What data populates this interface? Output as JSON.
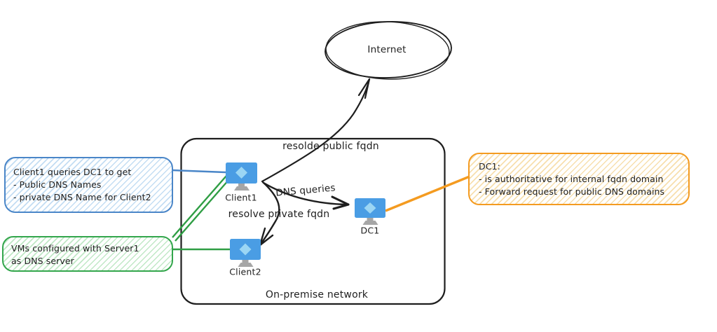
{
  "colors": {
    "ink": "#1e1e1e",
    "monitor_blue": "#4a9de4",
    "monitor_diamond": "#9bd6f4",
    "monitor_stand": "#a6a6a6",
    "blue_accent": "#4a86c8",
    "green_accent": "#2f9e44",
    "orange_accent": "#f49b20"
  },
  "internet": {
    "label": "Internet"
  },
  "network": {
    "label": "On-premise network"
  },
  "nodes": {
    "client1": {
      "label": "Client1"
    },
    "client2": {
      "label": "Client2"
    },
    "dc1": {
      "label": "DC1"
    }
  },
  "edges": {
    "to_internet": {
      "label": "resolde public fqdn"
    },
    "to_dc1": {
      "label": "DNS queries"
    },
    "to_client2": {
      "label": "resolve private fqdn"
    }
  },
  "callouts": {
    "client1_note": {
      "lines": [
        "Client1 queries DC1 to get",
        "- Public DNS Names",
        "- private DNS Name for Client2"
      ]
    },
    "vms_note": {
      "lines": [
        "VMs configured with Server1",
        "as DNS server"
      ]
    },
    "dc1_note": {
      "lines": [
        "DC1:",
        "- is authoritative for internal fqdn domain",
        "- Forward request for public DNS domains"
      ]
    }
  }
}
